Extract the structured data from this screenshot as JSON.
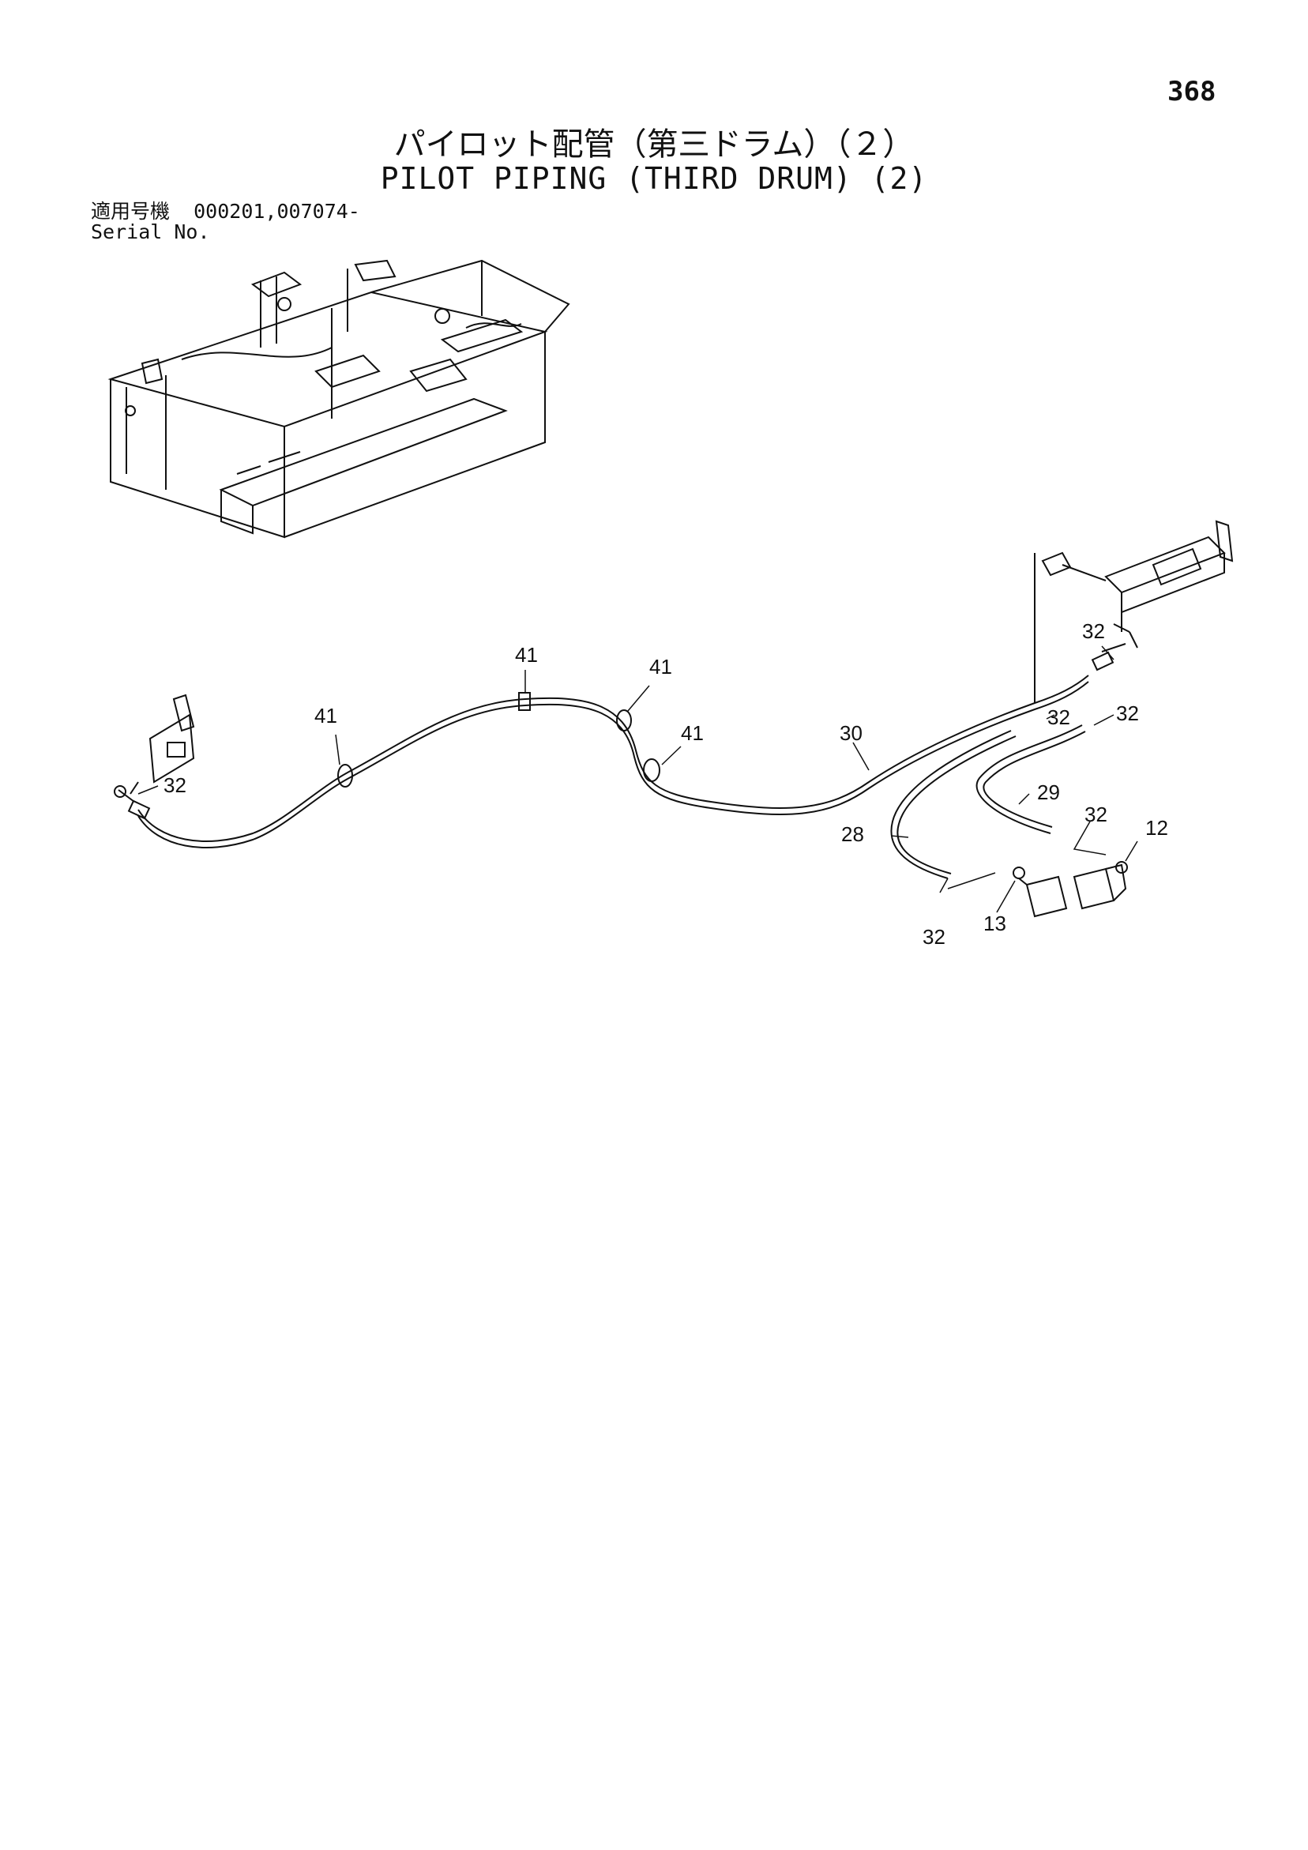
{
  "page": {
    "number": "368"
  },
  "title": {
    "japanese": "パイロット配管（第三ドラム）（２）",
    "english": "PILOT PIPING (THIRD DRUM) (2)"
  },
  "serial": {
    "label_jp": "適用号機",
    "numbers": "000201,007074-",
    "label_en": "Serial No."
  },
  "callouts": {
    "c41a": "41",
    "c41b": "41",
    "c41c": "41",
    "c41d": "41",
    "c32a": "32",
    "c32b": "32",
    "c32c": "32",
    "c32d": "32",
    "c32e": "32",
    "c32f": "32",
    "c30": "30",
    "c29": "29",
    "c28": "28",
    "c13": "13",
    "c12": "12"
  }
}
